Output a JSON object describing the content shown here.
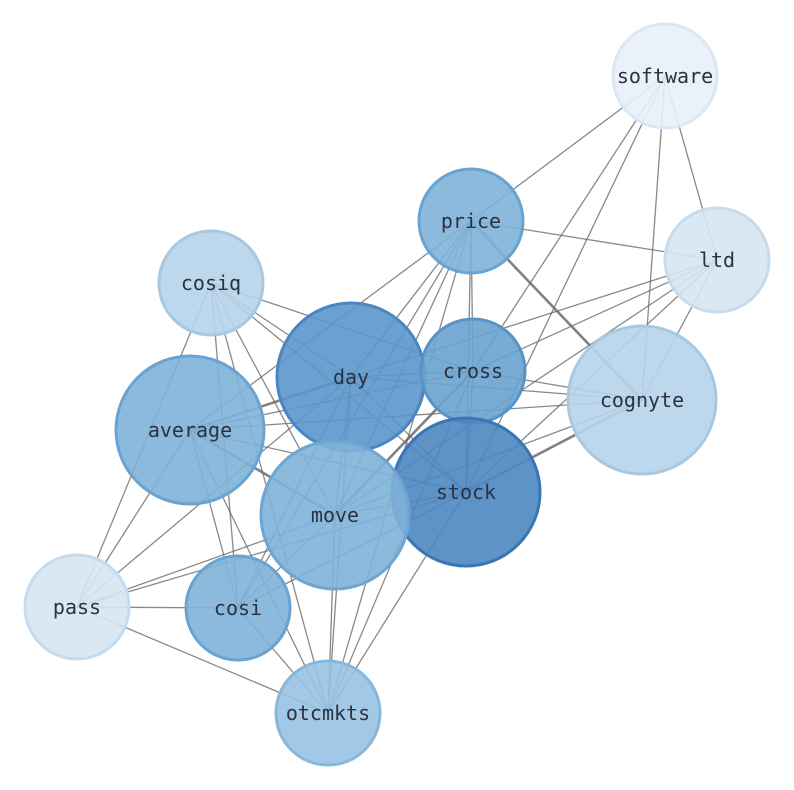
{
  "nodes": [
    {
      "id": "software",
      "label": "software",
      "color": "#e8f0fa",
      "stroke": "#dbe7f5"
    },
    {
      "id": "price",
      "label": "price",
      "color": "#7fb2d9",
      "stroke": "#6aa3d0"
    },
    {
      "id": "ltd",
      "label": "ltd",
      "color": "#d6e5f3",
      "stroke": "#c7dbef"
    },
    {
      "id": "cosiq",
      "label": "cosiq",
      "color": "#b6d4ea",
      "stroke": "#a6c9e3"
    },
    {
      "id": "day",
      "label": "day",
      "color": "#5b97cb",
      "stroke": "#4a87c0"
    },
    {
      "id": "cross",
      "label": "cross",
      "color": "#6aa3d0",
      "stroke": "#5893c6"
    },
    {
      "id": "cognyte",
      "label": "cognyte",
      "color": "#b6d4ea",
      "stroke": "#a6c9e3"
    },
    {
      "id": "average",
      "label": "average",
      "color": "#7fb2d9",
      "stroke": "#6aa3d0"
    },
    {
      "id": "stock",
      "label": "stock",
      "color": "#4d87c2",
      "stroke": "#3a76b4"
    },
    {
      "id": "move",
      "label": "move",
      "color": "#7fb2d9",
      "stroke": "#6ea5d2"
    },
    {
      "id": "pass",
      "label": "pass",
      "color": "#d6e5f3",
      "stroke": "#c7dbef"
    },
    {
      "id": "cosi",
      "label": "cosi",
      "color": "#7fb2d9",
      "stroke": "#6aa3d0"
    },
    {
      "id": "otcmkts",
      "label": "otcmkts",
      "color": "#98c2e2",
      "stroke": "#86b7dc"
    }
  ],
  "edges": [
    [
      "software",
      "price"
    ],
    [
      "software",
      "ltd"
    ],
    [
      "software",
      "cross"
    ],
    [
      "software",
      "cognyte"
    ],
    [
      "software",
      "stock"
    ],
    [
      "price",
      "ltd"
    ],
    [
      "price",
      "day"
    ],
    [
      "price",
      "cross"
    ],
    [
      "price",
      "cognyte"
    ],
    [
      "price",
      "average"
    ],
    [
      "price",
      "stock"
    ],
    [
      "price",
      "move"
    ],
    [
      "price",
      "cosi"
    ],
    [
      "price",
      "otcmkts"
    ],
    [
      "ltd",
      "day"
    ],
    [
      "ltd",
      "cross"
    ],
    [
      "ltd",
      "cognyte"
    ],
    [
      "ltd",
      "stock"
    ],
    [
      "ltd",
      "move"
    ],
    [
      "cosiq",
      "day"
    ],
    [
      "cosiq",
      "stock"
    ],
    [
      "cosiq",
      "move"
    ],
    [
      "cosiq",
      "pass"
    ],
    [
      "cosiq",
      "cosi"
    ],
    [
      "cosiq",
      "otcmkts"
    ],
    [
      "cosiq",
      "cross"
    ],
    [
      "day",
      "cross"
    ],
    [
      "day",
      "cognyte"
    ],
    [
      "day",
      "average"
    ],
    [
      "day",
      "stock"
    ],
    [
      "day",
      "move"
    ],
    [
      "day",
      "cosi"
    ],
    [
      "day",
      "otcmkts"
    ],
    [
      "day",
      "pass"
    ],
    [
      "cross",
      "cognyte"
    ],
    [
      "cross",
      "average"
    ],
    [
      "cross",
      "stock"
    ],
    [
      "cross",
      "move"
    ],
    [
      "cross",
      "otcmkts"
    ],
    [
      "cognyte",
      "stock"
    ],
    [
      "cognyte",
      "move"
    ],
    [
      "cognyte",
      "average"
    ],
    [
      "average",
      "stock"
    ],
    [
      "average",
      "move"
    ],
    [
      "average",
      "cosi"
    ],
    [
      "average",
      "otcmkts"
    ],
    [
      "average",
      "pass"
    ],
    [
      "stock",
      "move"
    ],
    [
      "stock",
      "pass"
    ],
    [
      "stock",
      "cosi"
    ],
    [
      "stock",
      "otcmkts"
    ],
    [
      "move",
      "pass"
    ],
    [
      "move",
      "cosi"
    ],
    [
      "move",
      "otcmkts"
    ],
    [
      "pass",
      "cosi"
    ],
    [
      "pass",
      "otcmkts"
    ],
    [
      "cosi",
      "otcmkts"
    ]
  ],
  "thick_edges": [
    [
      "price",
      "cognyte"
    ],
    [
      "average",
      "move"
    ],
    [
      "stock",
      "cognyte"
    ],
    [
      "cross",
      "move"
    ],
    [
      "day",
      "average"
    ]
  ]
}
